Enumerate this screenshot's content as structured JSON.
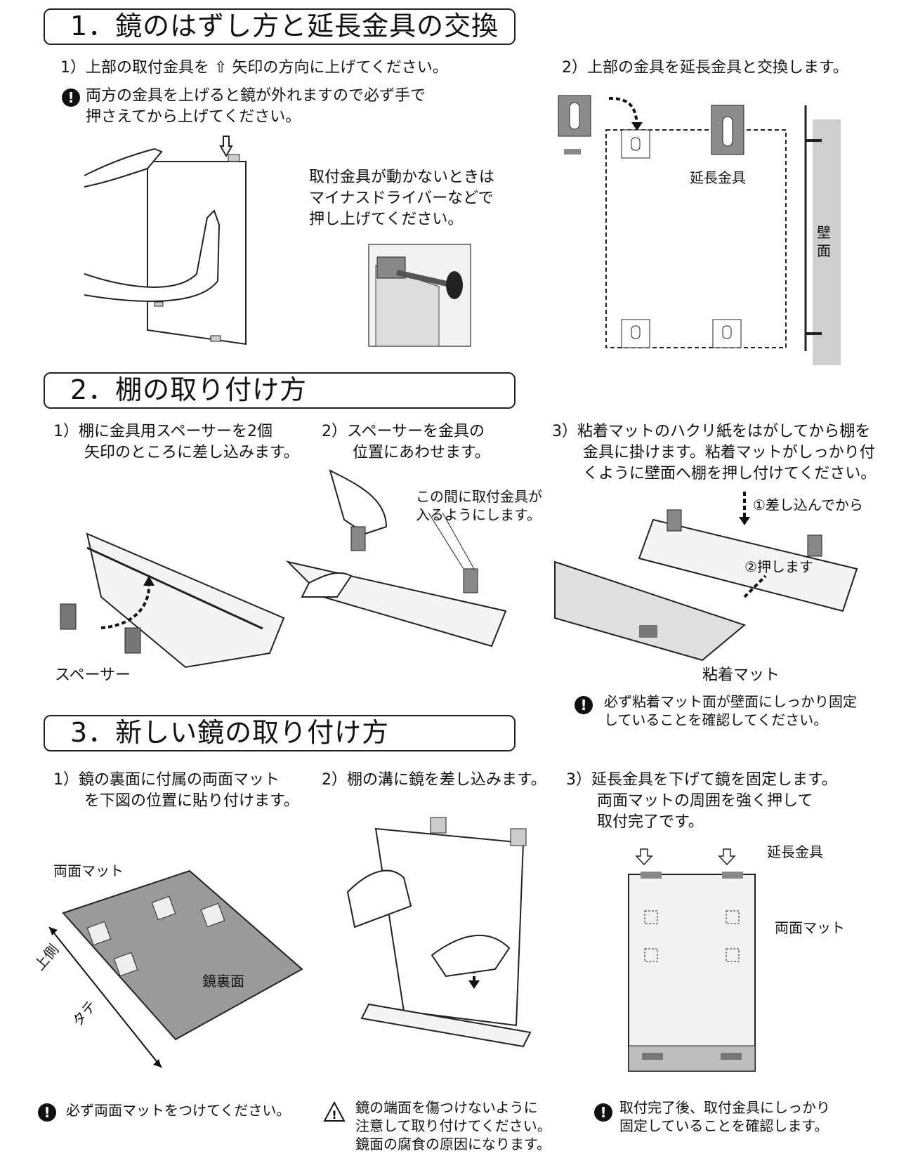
{
  "section1": {
    "title": "1．鏡のはずし方と延長金具の交換",
    "step1": "1）上部の取付金具を ⇧ 矢印の方向に上げてください。",
    "warning": "両方の金具を上げると鏡が外れますので必ず手で\n押さえてから上げてください。",
    "driver_note": "取付金具が動かないときは\nマイナスドライバーなどで\n押し上げてください。",
    "step2": "2）上部の金具を延長金具と交換します。",
    "extension_label": "延長金具",
    "wall_label": "壁\n面"
  },
  "section2": {
    "title": "2．棚の取り付け方",
    "step1": "1）棚に金具用スペーサーを2個\n　　矢印のところに差し込みます。",
    "step2": "2）スペーサーを金具の\n　　位置にあわせます。",
    "step3": "3）粘着マットのハクリ紙をはがしてから棚を\n　　金具に掛けます。粘着マットがしっかり付\n　　くように壁面へ棚を押し付けてください。",
    "gap_note": "この間に取付金具が\n入るようにします。",
    "spacer_label": "スペーサー",
    "insert_label": "①差し込んでから",
    "push_label": "②押します",
    "mat_label": "粘着マット",
    "warning": "必ず粘着マット面が壁面にしっかり固定\nしていることを確認してください。"
  },
  "section3": {
    "title": "3．新しい鏡の取り付け方",
    "step1": "1）鏡の裏面に付属の両面マット\n　　を下図の位置に貼り付けます。",
    "step2": "2）棚の溝に鏡を差し込みます。",
    "step3": "3）延長金具を下げて鏡を固定します。\n　　両面マットの周囲を強く押して\n　　取付完了です。",
    "mat_label": "両面マット",
    "back_label": "鏡裏面",
    "top_label": "上側",
    "tate_label": "タテ",
    "extension_label": "延長金具",
    "mat_label2": "両面マット",
    "warning1": "必ず両面マットをつけてください。",
    "warning2": "鏡の端面を傷つけないように\n注意して取り付けてください。\n鏡面の腐食の原因になります。",
    "warning3": "取付完了後、取付金具にしっかり\n固定していることを確認します。"
  },
  "icons": {
    "warning": "exclamation-circle-icon",
    "caution": "caution-triangle-icon"
  }
}
